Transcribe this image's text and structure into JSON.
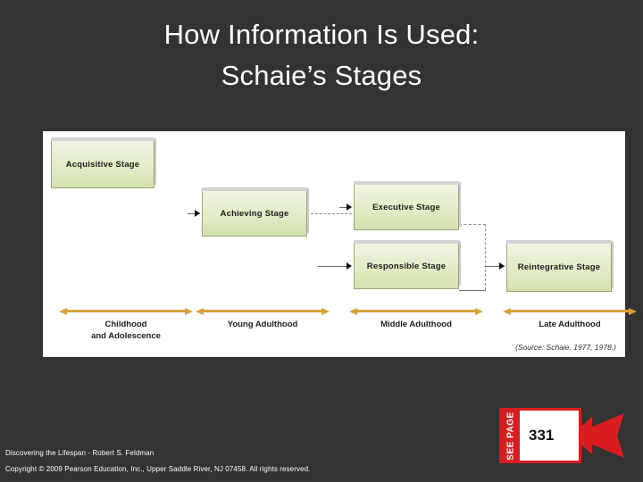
{
  "slide": {
    "background_color": "#333333",
    "title_lines": [
      "How Information Is Used:",
      "Schaie’s Stages"
    ]
  },
  "figure": {
    "panel_background": "#FFFFFF",
    "box_fill_top": "#F0F4E2",
    "box_fill_bottom": "#D3E2AF",
    "box_border_color": "#9AA37A",
    "stages": [
      {
        "id": "acquisitive",
        "label": "Acquisitive Stage"
      },
      {
        "id": "achieving",
        "label": "Achieving Stage"
      },
      {
        "id": "executive",
        "label": "Executive Stage"
      },
      {
        "id": "responsible",
        "label": "Responsible Stage"
      },
      {
        "id": "reintegrative",
        "label": "Reintegrative Stage"
      }
    ],
    "age_spans": [
      {
        "id": "childhood",
        "label": "Childhood\nand Adolescence"
      },
      {
        "id": "young-adulthood",
        "label": "Young Adulthood"
      },
      {
        "id": "middle-adulthood",
        "label": "Middle Adulthood"
      },
      {
        "id": "late-adulthood",
        "label": "Late Adulthood"
      }
    ],
    "span_arrow_color": "#D9A13A",
    "source_note": "(Source: Schaie, 1977, 1978.)"
  },
  "see_page_badge": {
    "tab_label": "SEE PAGE",
    "page_number": "331",
    "accent_color": "#D81E20"
  },
  "footer": {
    "line1": "Discovering the Lifespan - Robert S. Feldman",
    "line2": "Copyright © 2009 Pearson Education, Inc., Upper Saddle River, NJ  07458.  All rights reserved."
  }
}
